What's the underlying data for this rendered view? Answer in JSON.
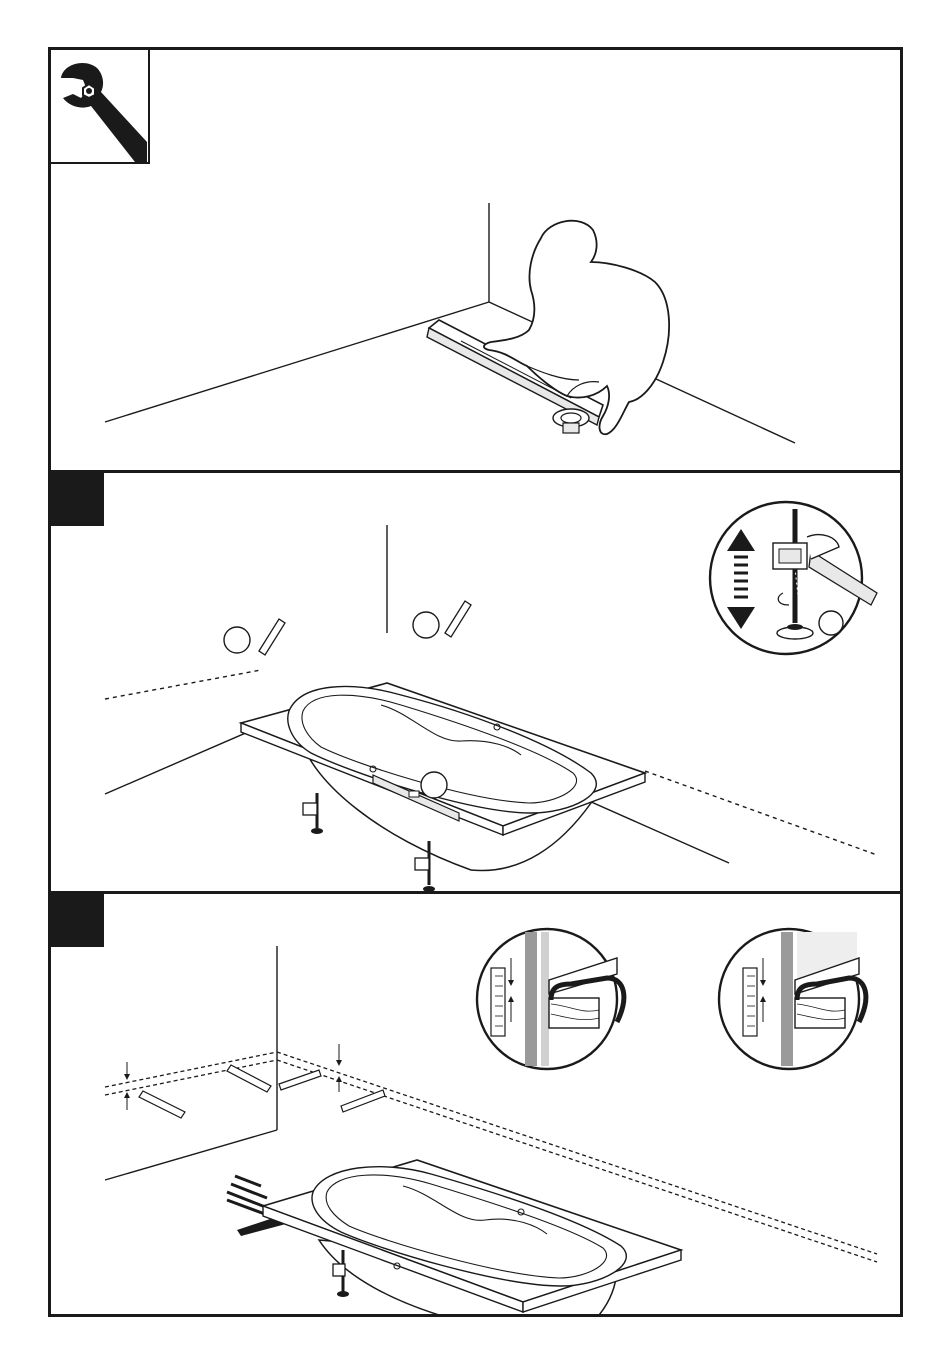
{
  "document": {
    "kind": "installation-instructions-page",
    "colors": {
      "ink": "#1a1a1a",
      "paper": "#ffffff",
      "tint": "#e8e8e8",
      "grey": "#9a9a9a"
    }
  },
  "header": {
    "icon": "wrench-icon"
  },
  "panels": [
    {
      "id": "panel-1",
      "badge": false,
      "content": "installer-placing-drain-channel"
    },
    {
      "id": "panel-2",
      "badge": true,
      "content": "bathtub-on-leveling-feet-with-pencil-marks",
      "detail": "adjustable-foot-detail"
    },
    {
      "id": "panel-3",
      "badge": true,
      "content": "bathtub-slid-to-wall-under-marked-lines",
      "details": [
        "rim-gap-detail-left",
        "rim-gap-detail-right"
      ]
    }
  ]
}
